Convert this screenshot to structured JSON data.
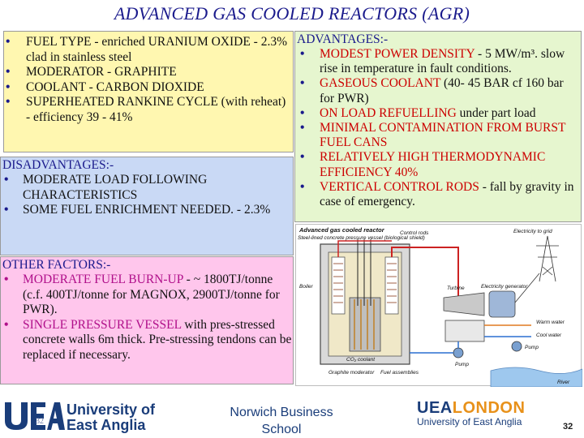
{
  "title": "ADVANCED GAS COOLED REACTORS (AGR)",
  "fuel_box": {
    "items": [
      {
        "label": "FUEL TYPE  -   enriched URANIUM OXIDE - 2.3% clad in stainless steel"
      },
      {
        "label": "MODERATOR  - GRAPHITE"
      },
      {
        "label": "COOLANT        - CARBON DIOXIDE"
      },
      {
        "label": "SUPERHEATED RANKINE CYCLE (with reheat)  - efficiency 39  - 41%"
      }
    ]
  },
  "advantages": {
    "heading": "ADVANTAGES:-",
    "items": [
      {
        "key": "MODEST POWER DENSITY",
        "rest": "  -  5 MW/m³. slow rise in temperature in fault conditions."
      },
      {
        "key": "GASEOUS COOLANT",
        "rest": " (40- 45 BAR cf 160 bar for PWR)"
      },
      {
        "key": "ON LOAD REFUELLING",
        "rest": " under part load"
      },
      {
        "key": "MINIMAL CONTAMINATION FROM BURST FUEL CANS",
        "rest": ""
      },
      {
        "key": "RELATIVELY  HIGH THERMODYNAMIC EFFICIENCY  40%",
        "rest": ""
      },
      {
        "key": "VERTICAL CONTROL RODS",
        "rest": " - fall by gravity  in case of emergency."
      }
    ]
  },
  "disadvantages": {
    "heading": "DISADVANTAGES:-",
    "items": [
      {
        "label": "MODERATE LOAD FOLLOWING CHARACTERISTICS"
      },
      {
        "label": "SOME FUEL ENRICHMENT NEEDED. - 2.3%"
      }
    ]
  },
  "other_factors": {
    "heading": "OTHER FACTORS:-",
    "items": [
      {
        "key": "MODERATE FUEL BURN-UP",
        "rest": "  - ~ 1800TJ/tonne (c.f. 400TJ/tonne for MAGNOX, 2900TJ/tonne for PWR)."
      },
      {
        "key": "SINGLE PRESSURE VESSEL",
        "rest": " with pres-stressed concrete walls 6m thick.  Pre-stressing tendons can be replaced if necessary."
      }
    ]
  },
  "diagram": {
    "title": "Advanced gas cooled reactor",
    "labels": {
      "vessel": "Steel-lined concrete pressure vessel (biological shield)",
      "control_rods": "Control rods",
      "electricity": "Electricity to grid",
      "generator": "Electricity generator",
      "turbine": "Turbine",
      "boiler": "Boiler",
      "warm_water": "Warm water",
      "cool_water": "Cool water",
      "pump1": "Pump",
      "pump2": "Pump",
      "coolant": "CO₂ coolant",
      "graphite": "Graphite moderator",
      "fuel": "Fuel assemblies",
      "river": "River"
    }
  },
  "footer": {
    "uea_line1": "University of",
    "uea_line2": "East Anglia",
    "slide_small": "32",
    "nbs_line1": "Norwich Business",
    "nbs_line2": "School",
    "london_uea": "UEA",
    "london_word": "LONDON",
    "london_sub": "University of East Anglia",
    "page_number": "32"
  },
  "colors": {
    "title": "#1a1a8c",
    "highlight_red": "#cc0000",
    "highlight_magenta": "#b0108a",
    "fuel_box_bg": "#fff7b0",
    "advantages_bg": "#e6f6cf",
    "disadvantages_bg": "#c9d9f5",
    "other_bg": "#ffc6ec",
    "logo_blue": "#1a3d7a",
    "london_orange": "#e8911a"
  }
}
